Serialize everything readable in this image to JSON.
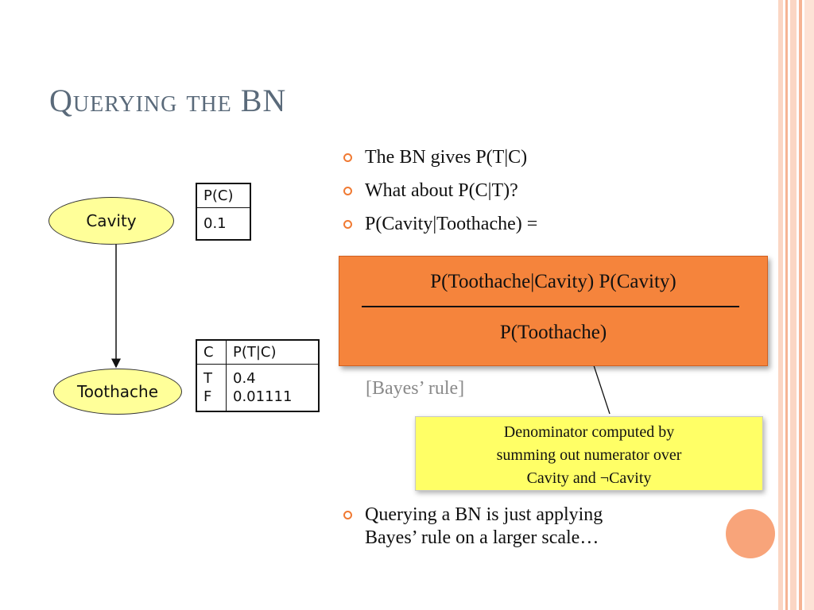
{
  "slide": {
    "title": "Querying the BN",
    "bullets": [
      "The BN gives P(T|C)",
      "What about P(C|T)?",
      "P(Cavity|Toothache) ="
    ],
    "last_bullet_lines": [
      "Querying a BN is just applying",
      "Bayes’ rule on a larger scale…"
    ]
  },
  "network": {
    "nodes": [
      "Cavity",
      "Toothache"
    ]
  },
  "cpt_cavity": {
    "header": "P(C)",
    "value": "0.1"
  },
  "cpt_toothache": {
    "header_c": "C",
    "header_p": "P(T|C)",
    "row_values": [
      "T",
      "F"
    ],
    "row_probs": [
      "0.4",
      "0.01111"
    ]
  },
  "formula": {
    "numerator": "P(Toothache|Cavity) P(Cavity)",
    "denominator": "P(Toothache)"
  },
  "bayes_label": "[Bayes’ rule]",
  "callout": {
    "lines": [
      "Denominator computed by",
      "summing out numerator over",
      "Cavity and ¬Cavity"
    ]
  },
  "colors": {
    "accent": "#f07a33",
    "formula_box": "#f5843c",
    "callout": "#ffff66",
    "node_fill": "#ffff99",
    "title": "#5a6a7a"
  }
}
